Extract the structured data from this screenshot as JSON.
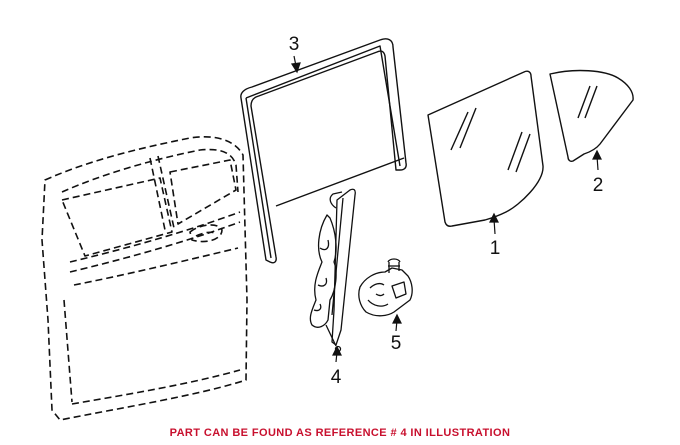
{
  "callouts": [
    {
      "id": "1",
      "text": "1"
    },
    {
      "id": "2",
      "text": "2"
    },
    {
      "id": "3",
      "text": "3"
    },
    {
      "id": "4",
      "text": "4"
    },
    {
      "id": "5",
      "text": "5"
    }
  ],
  "footer": {
    "note": "PART CAN BE FOUND AS REFERENCE # 4 IN ILLUSTRATION",
    "color": "#c8102e"
  }
}
